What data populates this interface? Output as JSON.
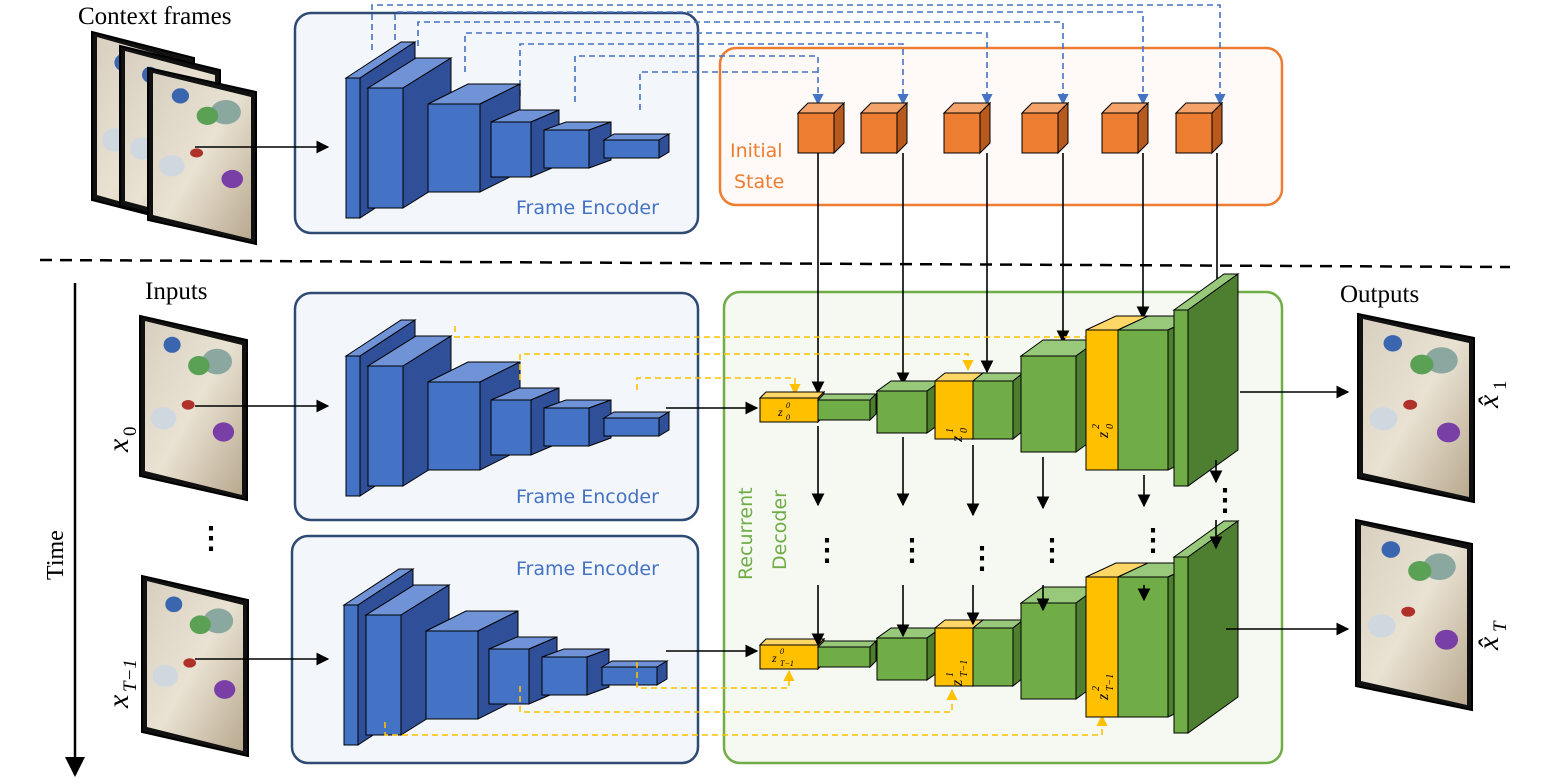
{
  "labels": {
    "context_frames": "Context frames",
    "inputs": "Inputs",
    "outputs": "Outputs",
    "time": "Time",
    "frame_encoder": "Frame Encoder",
    "initial_state_line1": "Initial",
    "initial_state_line2": "State",
    "recurrent_decoder_line1": "Recurrent",
    "recurrent_decoder_line2": "Decoder",
    "vdots": "⋮",
    "math": {
      "x0_main": "x",
      "x0_sub": "0",
      "xT1_main": "x",
      "xT1_sub": "T−1",
      "xhat1_main": "x̂",
      "xhat1_sub": "1",
      "xhatT_main": "x̂",
      "xhatT_sub": "T",
      "z00_main": "z",
      "z00_sup": "0",
      "z00_sub": "0",
      "z01_main": "z",
      "z01_sup": "1",
      "z01_sub": "0",
      "z02_main": "z",
      "z02_sup": "2",
      "z02_sub": "0",
      "zT0_main": "z",
      "zT0_sup": "0",
      "zT0_sub": "T−1",
      "zT1_main": "z",
      "zT1_sup": "1",
      "zT1_sub": "T−1",
      "zT2_main": "z",
      "zT2_sup": "2",
      "zT2_sub": "T−1"
    }
  },
  "colors": {
    "blue_face": "#4472C4",
    "blue_side": "#2F4F99",
    "blue_top": "#6F93D6",
    "orange_face": "#ED7D31",
    "orange_side": "#B85A1E",
    "orange_top": "#F4A36B",
    "green_face": "#70AD47",
    "green_side": "#4E7F31",
    "green_top": "#98C97A",
    "yellow_face": "#FFC000",
    "encoder_border": "#2F4A73",
    "encoder_fill": "#F3F6FB",
    "state_border": "#ED7D31",
    "state_fill": "#FFFAF7",
    "decoder_border": "#70AD47",
    "decoder_fill": "#F5F9F1",
    "dash_blue": "#4472C4",
    "dash_yellow": "#FFC000"
  }
}
